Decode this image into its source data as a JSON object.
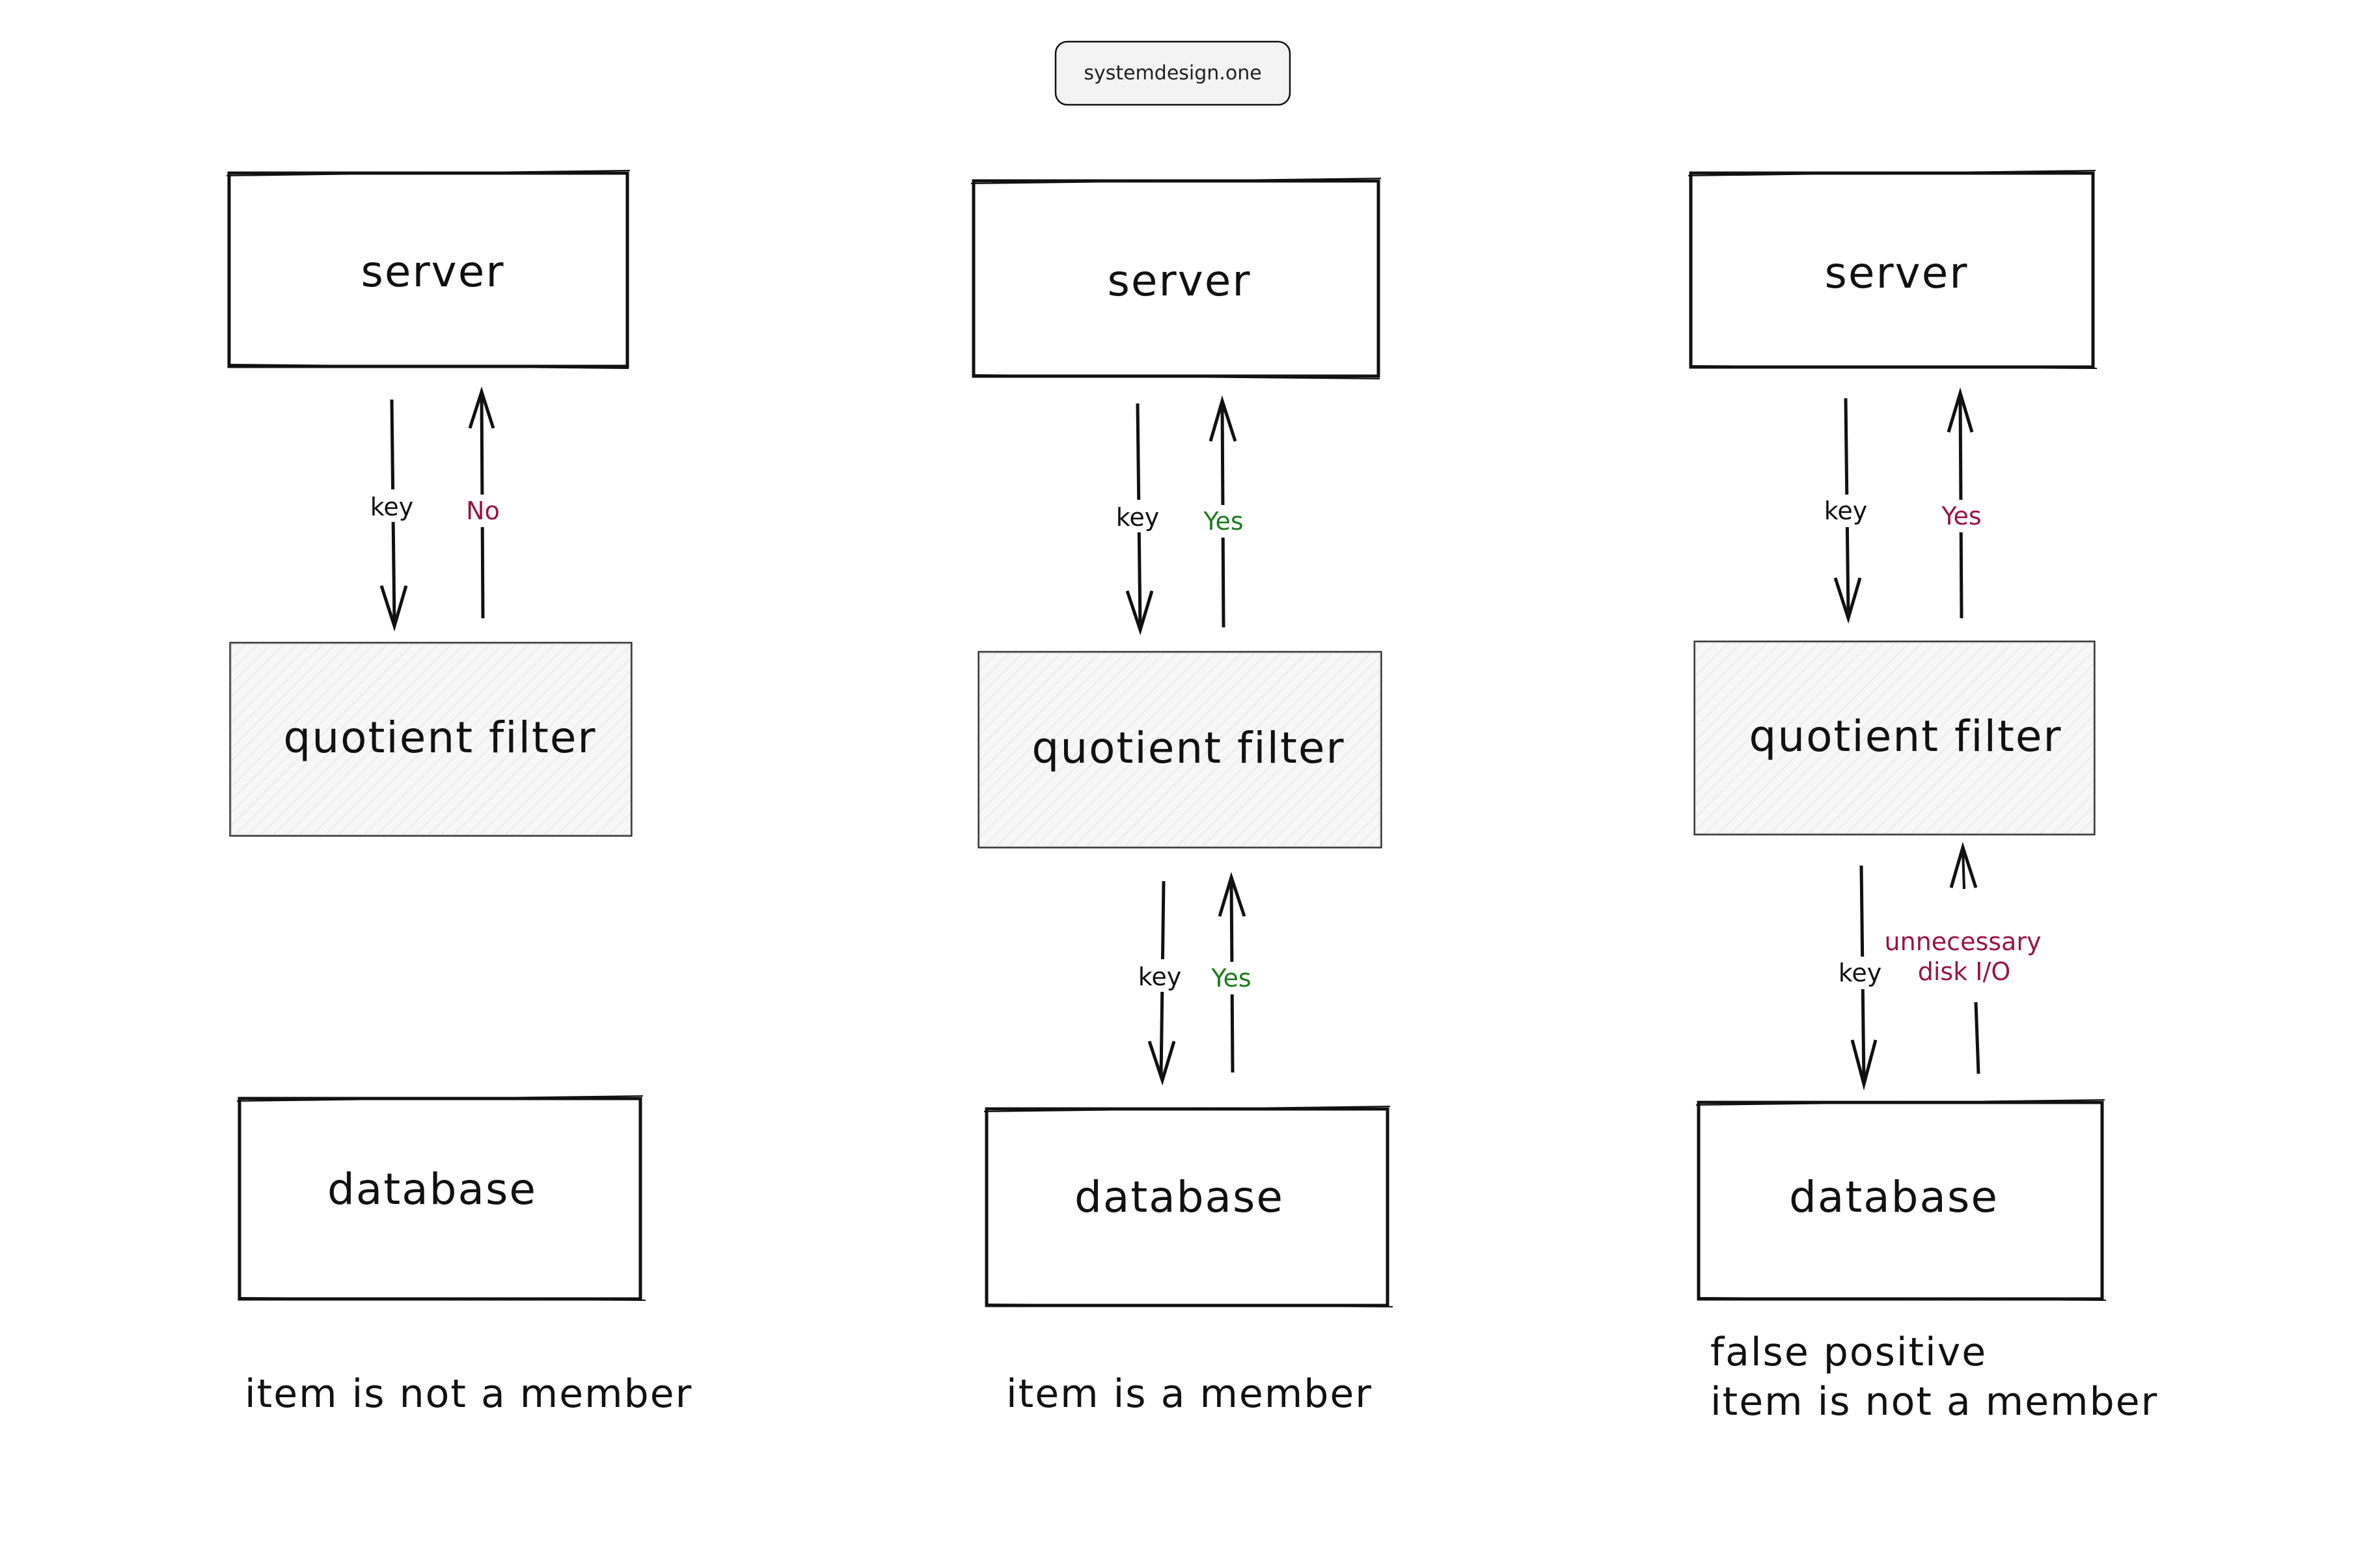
{
  "badge": "systemdesign.one",
  "colors": {
    "stroke": "#111111",
    "negative": "#9a1444",
    "positive": "#1f7a1f",
    "filter_fill": "#f0f0f0",
    "badge_fill": "#f3f3f3"
  },
  "columns": [
    {
      "server": "server",
      "filter": "quotient filter",
      "database": "database",
      "top_key_label": "key",
      "top_reply_label": "No",
      "top_reply_tone": "negative",
      "caption": [
        "item is not a member"
      ]
    },
    {
      "server": "server",
      "filter": "quotient filter",
      "database": "database",
      "top_key_label": "key",
      "top_reply_label": "Yes",
      "top_reply_tone": "positive",
      "bottom_key_label": "key",
      "bottom_reply_label": "Yes",
      "bottom_reply_tone": "positive",
      "caption": [
        "item is a member"
      ]
    },
    {
      "server": "server",
      "filter": "quotient filter",
      "database": "database",
      "top_key_label": "key",
      "top_reply_label": "Yes",
      "top_reply_tone": "negative",
      "bottom_key_label": "key",
      "bottom_reply_label": [
        "unnecessary",
        "disk I/O"
      ],
      "bottom_reply_tone": "negative",
      "caption": [
        "false positive",
        "item is not a member"
      ]
    }
  ]
}
